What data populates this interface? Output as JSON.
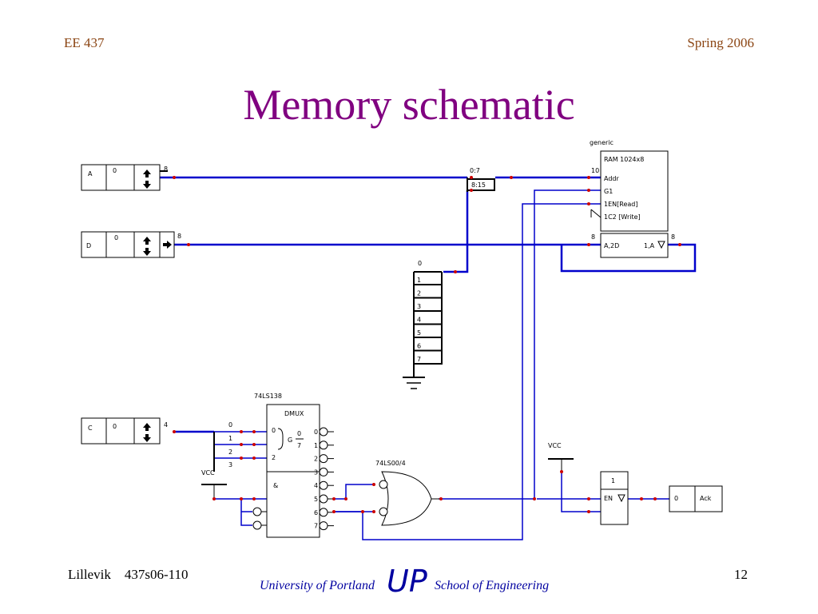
{
  "header": {
    "course": "EE 437",
    "term": "Spring 2006"
  },
  "title": "Memory schematic",
  "footer": {
    "author": "Lillevik",
    "doc_id": "437s06-110",
    "page": "12"
  },
  "logo": {
    "univ": "University of Portland",
    "school": "School of Engineering",
    "mark": "UP"
  },
  "schematic": {
    "switch_a": {
      "label": "A",
      "value": "0",
      "width": "8"
    },
    "switch_d": {
      "label": "D",
      "value": "0",
      "width": "8"
    },
    "switch_c": {
      "label": "C",
      "value": "0",
      "width": "4"
    },
    "split": {
      "low": "0:7",
      "high": "8:15"
    },
    "ground_bus": {
      "index": "0",
      "bits": [
        "1",
        "2",
        "3",
        "4",
        "5",
        "6",
        "7"
      ]
    },
    "ram": {
      "part": "generic",
      "name": "RAM 1024x8",
      "addr_width": "10",
      "addr": "Addr",
      "g1": "G1",
      "read": "1EN[Read]",
      "write": "1C2 [Write]",
      "data_in_width": "8",
      "data_in": "A,2D",
      "data_out": "1,A",
      "data_out_width": "8"
    },
    "demux": {
      "part": "74LS138",
      "title": "DMUX",
      "in0": "0",
      "in2": "2",
      "g": "G",
      "range_top": "0",
      "range_bottom": "7",
      "enable": "&",
      "outputs": [
        "0",
        "1",
        "2",
        "3",
        "4",
        "5",
        "6",
        "7"
      ]
    },
    "c_bus_bits": [
      "0",
      "1",
      "2",
      "3"
    ],
    "vcc_left": "VCC",
    "vcc_right": "VCC",
    "nand": {
      "part": "74LS00/4"
    },
    "buffer": {
      "top": "1",
      "en": "EN"
    },
    "ack": {
      "value": "0",
      "label": "Ack"
    }
  }
}
